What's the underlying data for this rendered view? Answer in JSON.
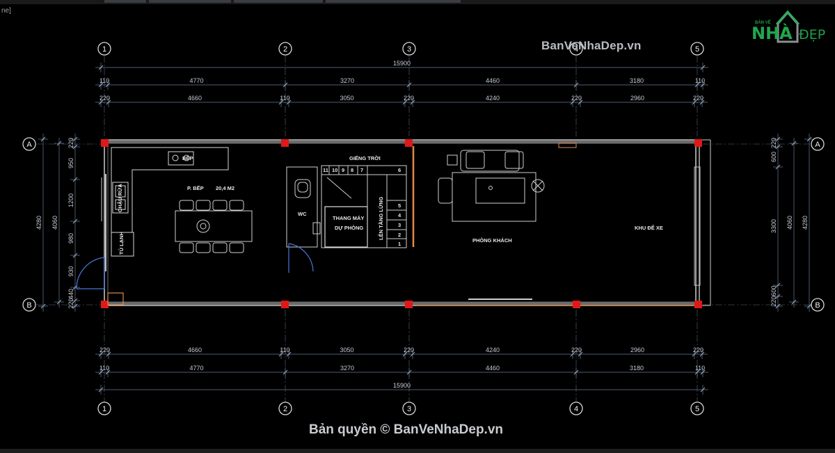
{
  "viewport_label": "ne]",
  "watermark_top": "BanVeNhaDep.vn",
  "watermark_bottom": "Bản quyền © BanVeNhaDep.vn",
  "logo": {
    "small": "BẢN VẼ",
    "main": "NHÀ",
    "suffix": "ĐẸP"
  },
  "grid_bubbles_x": [
    "1",
    "2",
    "3",
    "4",
    "5"
  ],
  "grid_bubbles_y": [
    "A",
    "B"
  ],
  "dims_top": {
    "overall": "15900",
    "row1": [
      "110",
      "4770",
      "3270",
      "4460",
      "3180",
      "110"
    ],
    "row2": [
      "220",
      "4660",
      "110",
      "3050",
      "220",
      "4240",
      "220",
      "2960",
      "220"
    ]
  },
  "dims_bottom": {
    "overall": "15900",
    "row1": [
      "110",
      "4770",
      "3270",
      "4460",
      "3180",
      "110"
    ],
    "row2": [
      "220",
      "4660",
      "110",
      "3050",
      "220",
      "4240",
      "220",
      "2960",
      "220"
    ]
  },
  "dims_left": {
    "overall": "4280",
    "mid": "4060",
    "segments": [
      "220",
      "950",
      "1200",
      "980",
      "930",
      "440",
      "220"
    ]
  },
  "dims_right": {
    "inner": [
      "220",
      "600",
      "3300",
      "600",
      "220"
    ],
    "mid": "4060",
    "overall": "4280"
  },
  "rooms": {
    "kitchen": "P. BẾP",
    "kitchen_area": "20,4 M2",
    "stove": "BẾP",
    "sink": "CHẬU RỬA",
    "fridge": "TỦ LẠNH",
    "skylight": "GIẾNG TRỜI",
    "wc": "WC",
    "elevator_1": "THANG MÁY",
    "elevator_2": "DỰ PHÒNG",
    "stair_up": "LÊN TẦNG LỬNG",
    "living": "PHÒNG KHÁCH",
    "parking": "KHU ĐỂ XE"
  },
  "stair_steps_top": [
    "11",
    "10",
    "9",
    "8",
    "7",
    "6"
  ],
  "stair_steps_side": [
    "5",
    "4",
    "3",
    "2",
    "1"
  ]
}
